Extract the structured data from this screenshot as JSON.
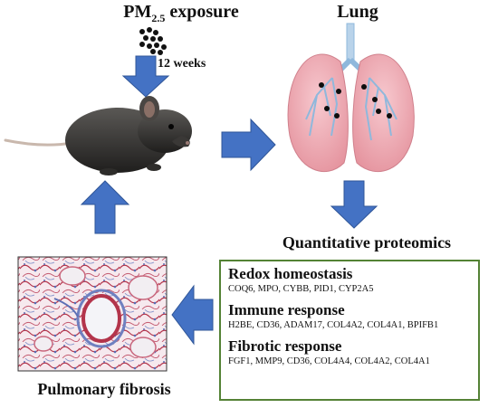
{
  "pm_exposure": {
    "title": "PM",
    "subscript": "2.5",
    "title_suffix": " exposure"
  },
  "duration_label": "12 weeks",
  "lung_title": "Lung",
  "proteomics_title": "Quantitative proteomics",
  "fibrosis_title": "Pulmonary fibrosis",
  "results": {
    "sections": [
      {
        "heading": "Redox homeostasis",
        "proteins": "COQ6, MPO, CYBB, PID1, CYP2A5"
      },
      {
        "heading": "Immune response",
        "proteins": "H2BE, CD36, ADAM17, COL4A2, COL4A1, BPIFB1"
      },
      {
        "heading": "Fibrotic response",
        "proteins": "FGF1, MMP9, CD36, COL4A4, COL4A2, COL4A1"
      }
    ]
  },
  "colors": {
    "arrow_fill": "#4472c4",
    "arrow_stroke": "#2f5597",
    "box_border": "#548235",
    "lung_fill": "#f1b0b8",
    "airway": "#8fb8dc",
    "mouse_fur": "#3b3a38",
    "stain": "#b3344b"
  }
}
